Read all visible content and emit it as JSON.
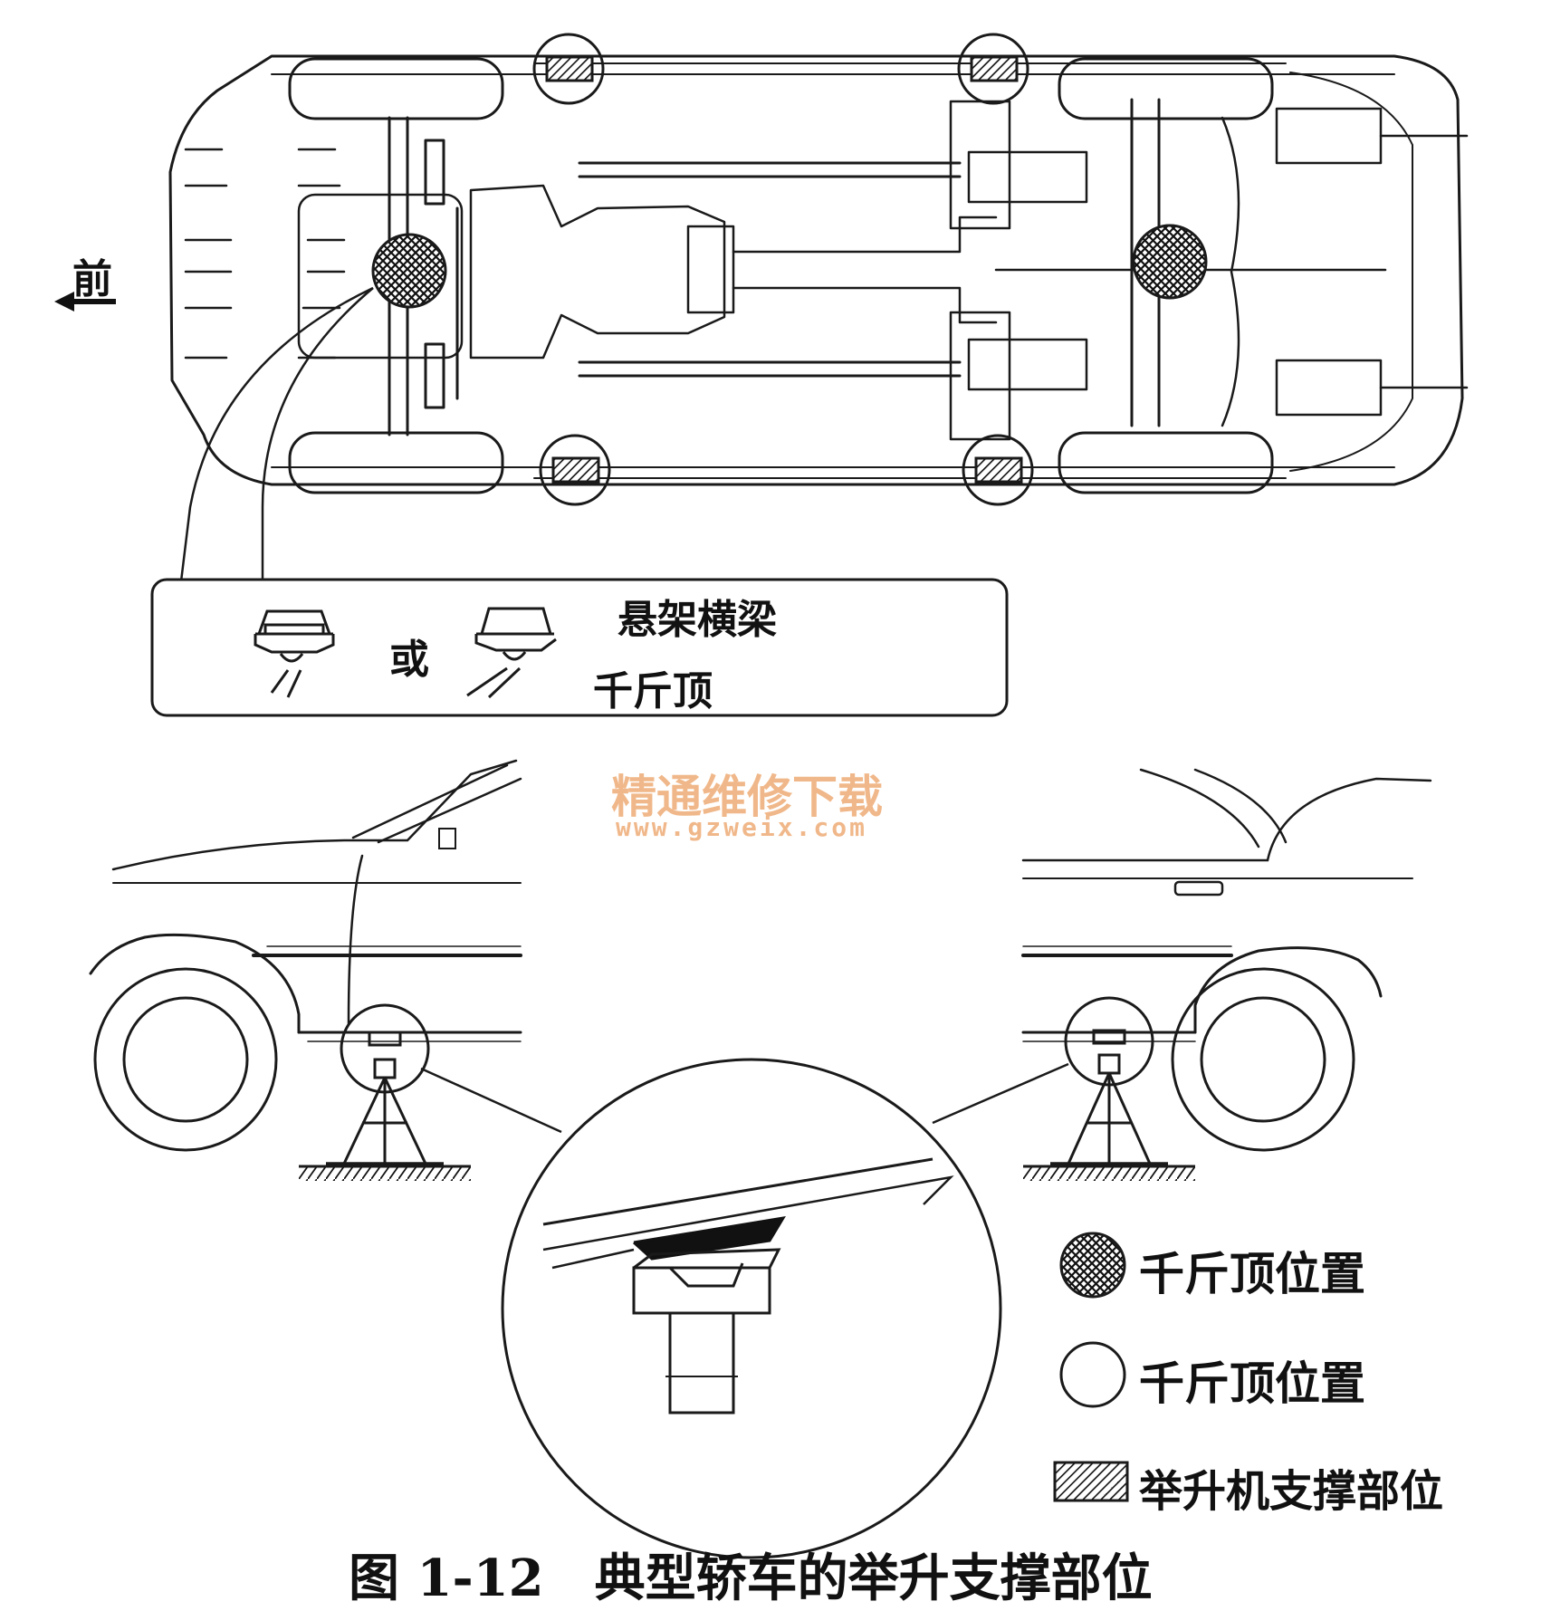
{
  "direction_label": "前",
  "callout": {
    "crossmember_label": "悬架横梁",
    "or_label": "或",
    "jack_label": "千斤顶"
  },
  "watermark": {
    "title": "精通维修下载",
    "url": "www.gzweix.com"
  },
  "legend": {
    "items": [
      {
        "symbol": "cross-hatched-circle",
        "label": "千斤顶位置"
      },
      {
        "symbol": "open-circle",
        "label": "千斤顶位置"
      },
      {
        "symbol": "hatched-rectangle",
        "label": "举升机支撑部位"
      }
    ]
  },
  "caption": "图 1-12　典型轿车的举升支撑部位",
  "colors": {
    "line": "#1a1a1a",
    "watermark": "#f0b88a",
    "background": "#ffffff"
  }
}
